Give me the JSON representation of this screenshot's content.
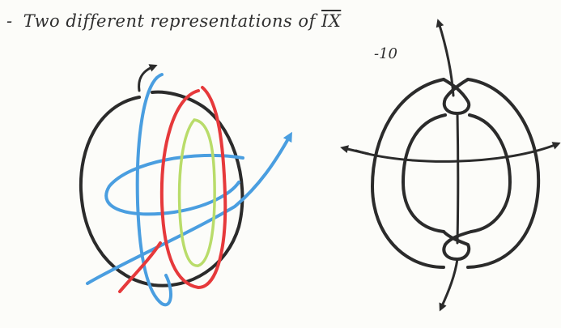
{
  "note": {
    "bullet": "-",
    "text": "Two different representations of",
    "symbol": "IX",
    "subscript": "-10"
  },
  "colors": {
    "ink": "#2b2b2b",
    "blue": "#4a9ee0",
    "red": "#e6393b",
    "green": "#b9dc6a"
  },
  "figures": [
    {
      "name": "multicolor-sphere-knot",
      "strands": [
        "black",
        "blue",
        "red",
        "green"
      ]
    },
    {
      "name": "black-knot-diagram",
      "strands": [
        "black"
      ]
    }
  ]
}
